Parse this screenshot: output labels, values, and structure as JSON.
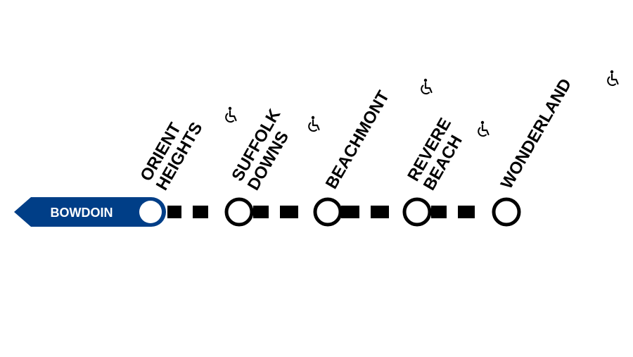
{
  "line_color": "#003e87",
  "track_color": "#000000",
  "terminus": {
    "label": "BOWDOIN",
    "direction_icon": "arrow-left-icon"
  },
  "stations": [
    {
      "lines": [
        "ORIENT",
        "HEIGHTS"
      ],
      "accessible": true,
      "accessible_icon": "wheelchair-icon"
    },
    {
      "lines": [
        "SUFFOLK",
        "DOWNS"
      ],
      "accessible": true,
      "accessible_icon": "wheelchair-icon"
    },
    {
      "lines": [
        "BEACHMONT"
      ],
      "accessible": true,
      "accessible_icon": "wheelchair-icon"
    },
    {
      "lines": [
        "REVERE",
        "BEACH"
      ],
      "accessible": true,
      "accessible_icon": "wheelchair-icon"
    },
    {
      "lines": [
        "WONDERLAND"
      ],
      "accessible": true,
      "accessible_icon": "wheelchair-icon"
    }
  ]
}
